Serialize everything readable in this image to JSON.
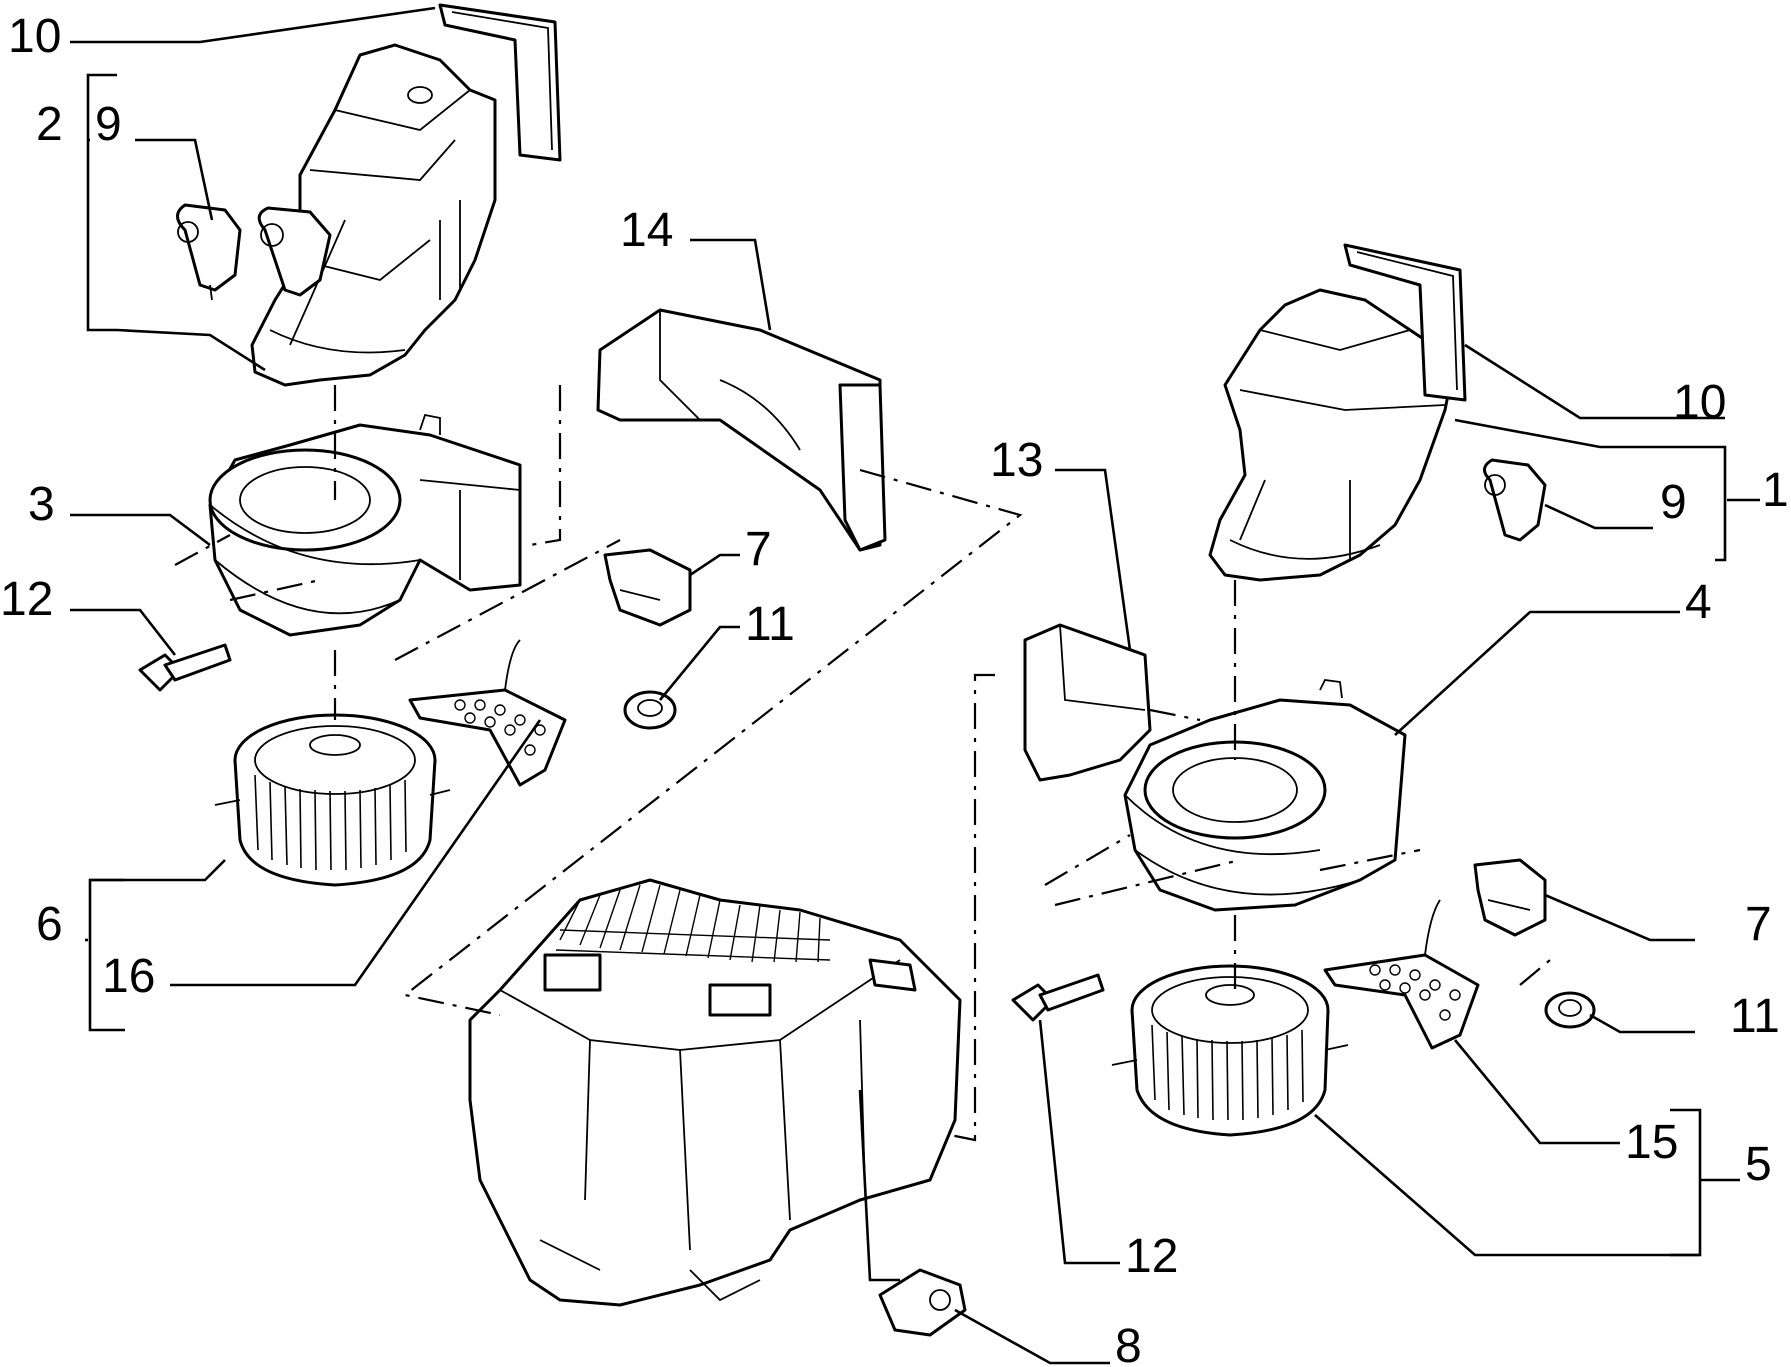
{
  "diagram": {
    "callouts": {
      "c1": "1",
      "c2": "2",
      "c3": "3",
      "c4": "4",
      "c5": "5",
      "c6": "6",
      "c7_left": "7",
      "c7_right": "7",
      "c8": "8",
      "c9_left": "9",
      "c9_right": "9",
      "c10_left": "10",
      "c10_right": "10",
      "c11_left": "11",
      "c11_right": "11",
      "c12_left": "12",
      "c12_right": "12",
      "c13": "13",
      "c14": "14",
      "c15": "15",
      "c16": "16"
    }
  }
}
